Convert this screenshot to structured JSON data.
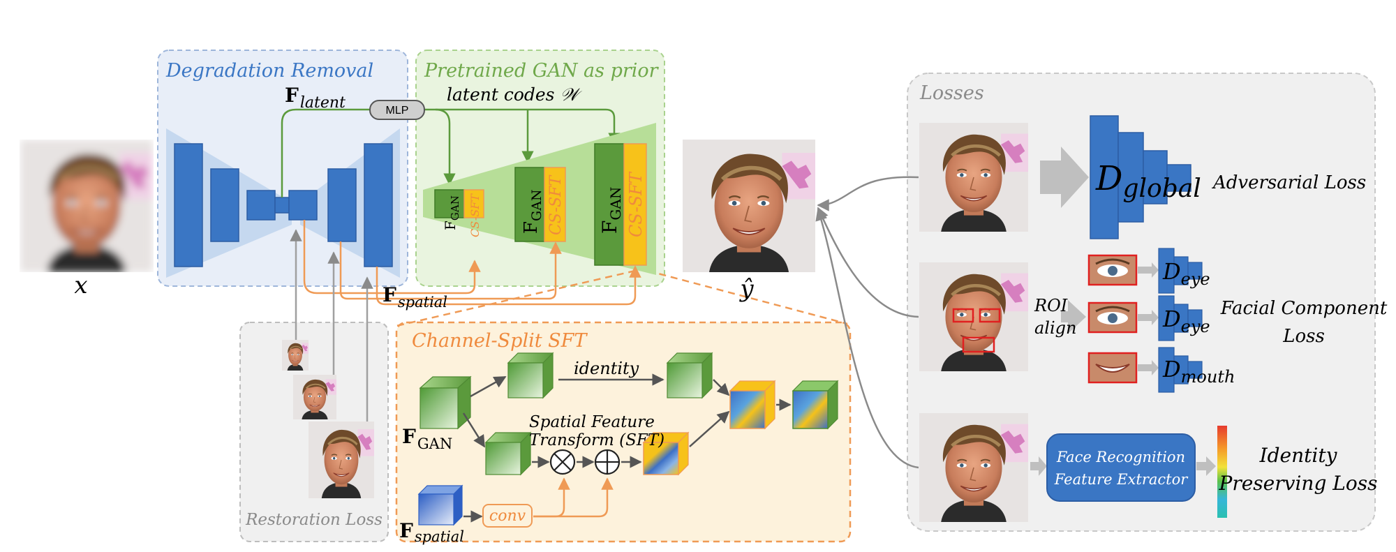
{
  "colors": {
    "blue": "#3a76c4",
    "green": "#5b9a3c",
    "orange": "#ef9a55",
    "yellow": "#f7c21a",
    "gray": "#8a8a8a",
    "blue_panel": "#e8eef8",
    "green_panel": "#e9f4df",
    "orange_panel": "#fdf2dc",
    "gray_panel": "#f0f0f0"
  },
  "panels": {
    "degradation_removal": "Degradation Removal",
    "pretrained_gan": "Pretrained GAN as prior",
    "channel_split_sft": "Channel-Split SFT",
    "restoration_loss": "Restoration Loss",
    "losses": "Losses"
  },
  "labels": {
    "input_x": "x",
    "output_y": "ŷ",
    "f_latent_main": "F",
    "f_latent_sub": "latent",
    "mlp": "MLP",
    "latent_codes": "latent codes 𝒲",
    "f_spatial_main": "F",
    "f_spatial_sub": "spatial",
    "fgan_main": "F",
    "fgan_sub": "GAN",
    "cs_sft": "CS-SFT",
    "identity": "identity",
    "sft_line1": "Spatial Feature",
    "sft_line2": "Transform (SFT)",
    "conv": "conv",
    "multiply": "⊗",
    "add": "⊕",
    "d_global_main": "D",
    "d_global_sub": "global",
    "adversarial_loss": "Adversarial Loss",
    "roi_line1": "ROI",
    "roi_line2": "align",
    "d_eye_main": "D",
    "d_eye_sub": "eye",
    "d_mouth_main": "D",
    "d_mouth_sub": "mouth",
    "facial_component_line1": "Facial Component",
    "facial_component_line2": "Loss",
    "face_recognition_line1": "Face Recognition",
    "face_recognition_line2": "Feature Extractor",
    "identity_loss_line1": "Identity",
    "identity_loss_line2": "Preserving Loss"
  }
}
